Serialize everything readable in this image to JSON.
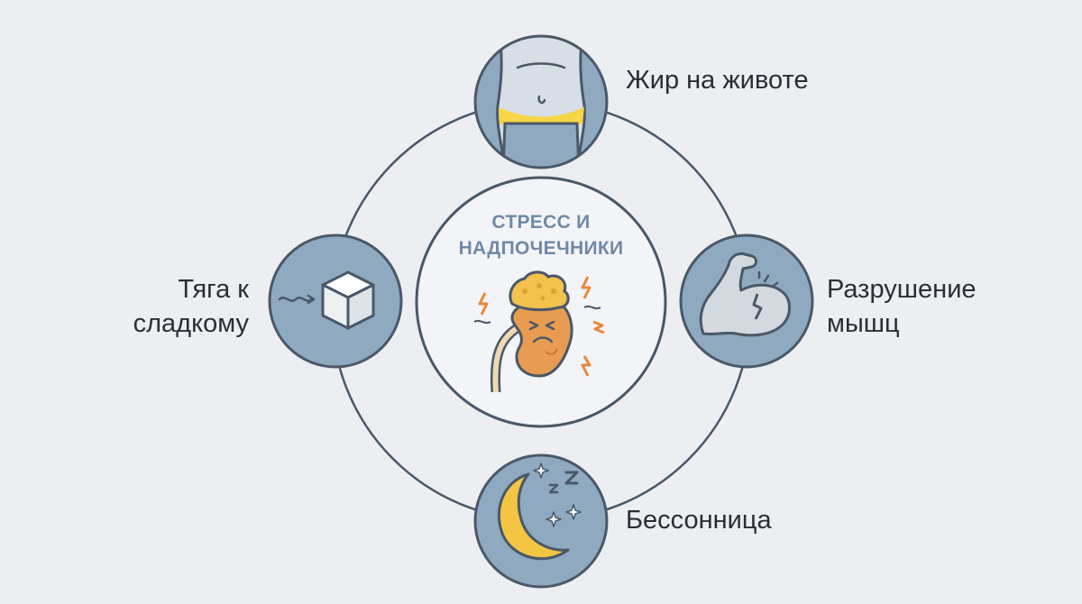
{
  "center": {
    "title_line1": "СТРЕСС И",
    "title_line2": "НАДПОЧЕЧНИКИ",
    "icon": "stressed-adrenal-kidney-icon"
  },
  "nodes": {
    "top": {
      "label": "Жир на животе",
      "icon": "belly-fat-icon"
    },
    "right": {
      "label_line1": "Разрушение",
      "label_line2": "мышц",
      "icon": "broken-muscle-arm-icon"
    },
    "left": {
      "label_line1": "Тяга к",
      "label_line2": "сладкому",
      "icon": "sugar-cube-icon"
    },
    "bottom": {
      "label": "Бессонница",
      "icon": "moon-and-stars-icon"
    }
  },
  "colors": {
    "background": "#eceef2",
    "node_fill": "#8fa9c0",
    "outline": "#4a5868",
    "title": "#6f8aa8",
    "kidney": "#e89c52",
    "adrenal": "#f2c14e",
    "moon": "#f4c542",
    "belly_fat": "#f6d547"
  }
}
